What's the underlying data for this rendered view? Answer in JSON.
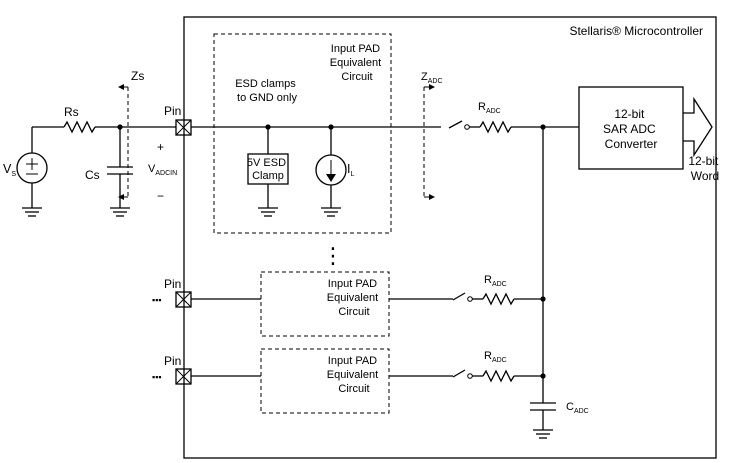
{
  "block": {
    "title": "Stellaris® Microcontroller"
  },
  "external": {
    "source_label": "V",
    "source_sub": "S",
    "rs_label": "Rs",
    "cs_label": "Cs",
    "zs_label": "Zs",
    "plus_sign": "+",
    "minus_sign": "−",
    "vadcin_main": "V",
    "vadcin_sub": "ADCIN"
  },
  "pins": {
    "label": "Pin",
    "dots": "▪▪▪"
  },
  "pad": {
    "title_line1": "Input PAD",
    "title_line2": "Equivalent",
    "title_line3": "Circuit",
    "esd_text_line1": "ESD clamps",
    "esd_text_line2": "to GND only",
    "esd_clamp_line1": "5V ESD",
    "esd_clamp_line2": "Clamp",
    "il_main": "I",
    "il_sub": "L",
    "zadc_main": "Z",
    "zadc_sub": "ADC",
    "vdots": "⋮"
  },
  "adc": {
    "r_main": "R",
    "r_sub": "ADC",
    "c_main": "C",
    "c_sub": "ADC",
    "converter_line1": "12-bit",
    "converter_line2": "SAR ADC",
    "converter_line3": "Converter",
    "output_line1": "12-bit",
    "output_line2": "Word"
  }
}
